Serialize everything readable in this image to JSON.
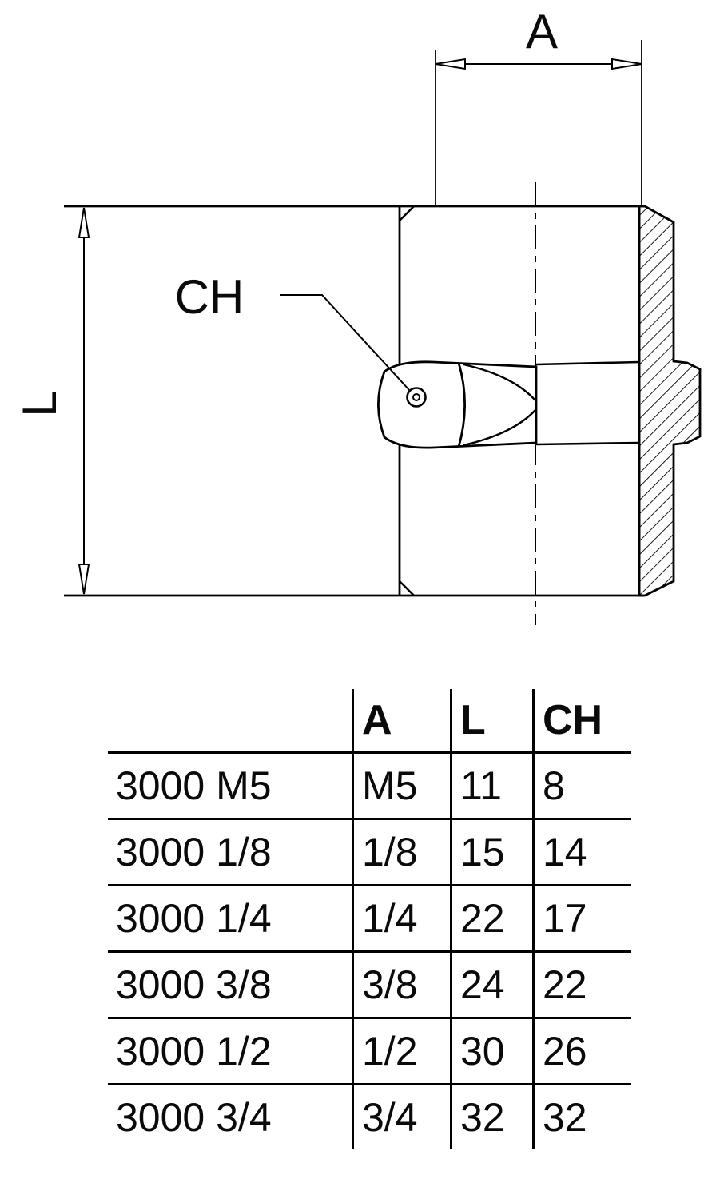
{
  "drawing": {
    "labels": {
      "width": "A",
      "length": "L",
      "hex": "CH"
    }
  },
  "table": {
    "headers": {
      "model": "",
      "a": "A",
      "l": "L",
      "ch": "CH"
    },
    "rows": [
      {
        "model": "3000 M5",
        "a": "M5",
        "l": "11",
        "ch": "8"
      },
      {
        "model": "3000 1/8",
        "a": "1/8",
        "l": "15",
        "ch": "14"
      },
      {
        "model": "3000 1/4",
        "a": "1/4",
        "l": "22",
        "ch": "17"
      },
      {
        "model": "3000 3/8",
        "a": "3/8",
        "l": "24",
        "ch": "22"
      },
      {
        "model": "3000 1/2",
        "a": "1/2",
        "l": "30",
        "ch": "26"
      },
      {
        "model": "3000 3/4",
        "a": "3/4",
        "l": "32",
        "ch": "32"
      }
    ]
  },
  "colors": {
    "line": "#000000",
    "background": "#ffffff"
  }
}
